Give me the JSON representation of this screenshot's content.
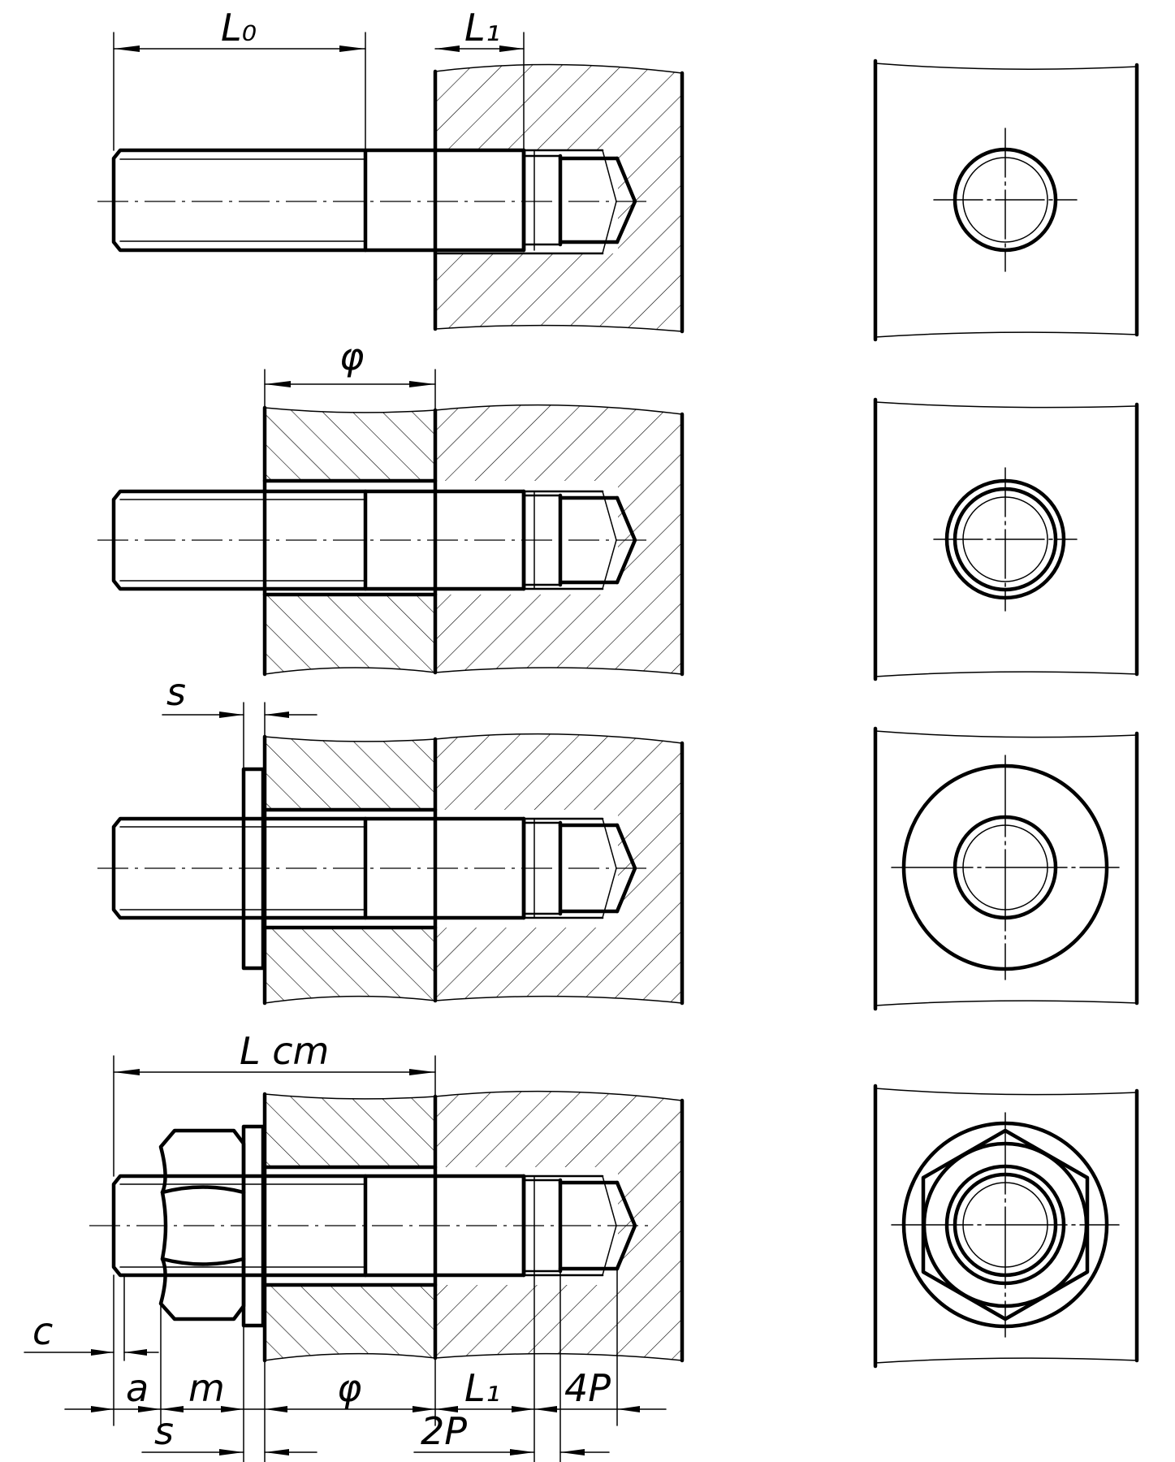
{
  "drawing": {
    "dimension_labels": {
      "L0": "L₀",
      "L1_top": "L₁",
      "phi_view2": "φ",
      "s_view3": "s",
      "Lcm": "L cm",
      "c": "c",
      "a": "a",
      "m": "m",
      "phi_view4": "φ",
      "L1_view4": "L₁",
      "P4": "4P",
      "s_view4": "s",
      "P2": "2P"
    }
  }
}
